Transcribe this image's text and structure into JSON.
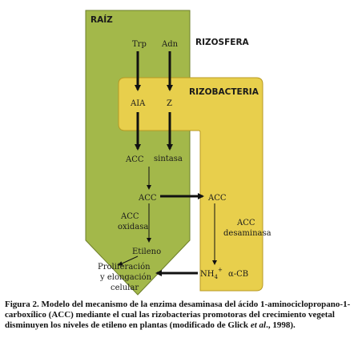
{
  "diagram": {
    "raiz_label": "RAÍZ",
    "rizosfera_label": "RIZOSFERA",
    "rizobacteria_label": "RIZOBACTERIA",
    "trp": "Trp",
    "adn": "Adn",
    "aia": "AIA",
    "z": "Z",
    "acc_top": "ACC",
    "sintasa": "sintasa",
    "acc_mid": "ACC",
    "acc_bac": "ACC",
    "acc_oxidasa_1": "ACC",
    "acc_oxidasa_2": "oxidasa",
    "etileno": "Etileno",
    "proliferacion_1": "Proliferación",
    "proliferacion_2": "y elongación",
    "proliferacion_3": "celular",
    "acc_deaminasa_1": "ACC",
    "acc_deaminasa_2": "desaminasa",
    "nh4": "NH",
    "nh4_sub": "4",
    "nh4_sup": "+",
    "acb": "α-CB",
    "colors": {
      "root_fill": "#a3b84a",
      "root_stroke": "#6e7f2a",
      "bacteria_fill": "#e8cf4c",
      "bacteria_stroke": "#b89a22",
      "arrow": "#111111"
    }
  },
  "caption": {
    "lead": "Figura 2.",
    "text_1": "Modelo del mecanismo de la enzima desaminasa del ácido 1-aminociclopropano-1-carboxílico (ACC) mediante el cual las rizobacterias promotoras del crecimiento vegetal disminuyen los niveles de etileno en plantas (modificado de Glick ",
    "italic": "et al",
    "text_2": "., 1998)."
  }
}
